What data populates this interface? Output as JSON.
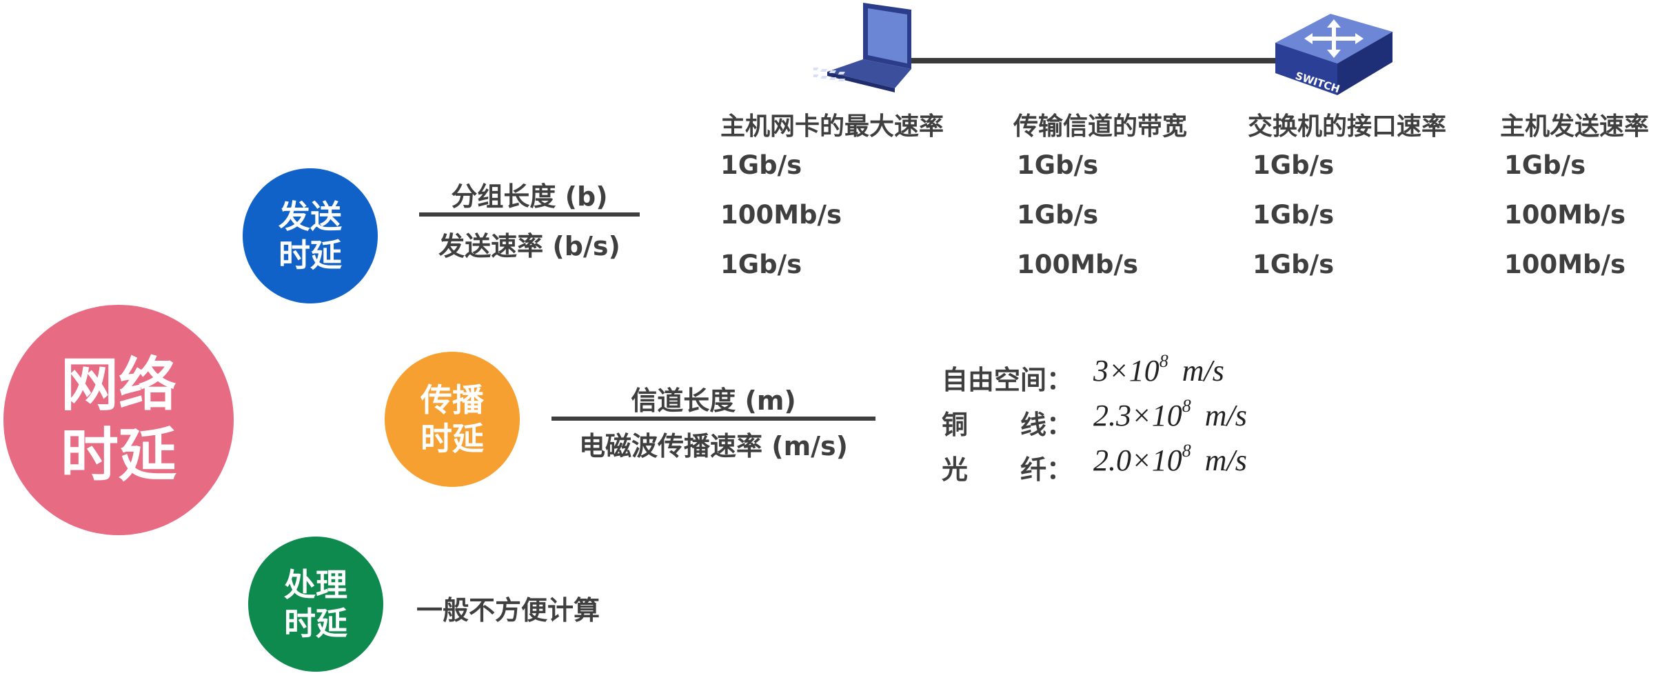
{
  "circles": {
    "main": [
      "网络",
      "时延"
    ],
    "send": [
      "发送",
      "时延"
    ],
    "prop": [
      "传播",
      "时延"
    ],
    "proc": [
      "处理",
      "时延"
    ]
  },
  "send_formula": {
    "numerator": "分组长度 (b)",
    "denominator": "发送速率 (b/s)"
  },
  "prop_formula": {
    "numerator": "信道长度 (m)",
    "denominator": "电磁波传播速率 (m/s)"
  },
  "processing_note": "一般不方便计算",
  "switch_label": "SWITCH",
  "rate_table": {
    "headers": [
      "主机网卡的最大速率",
      "传输信道的带宽",
      "交换机的接口速率",
      "主机发送速率"
    ],
    "rows": [
      [
        "1Gb/s",
        "1Gb/s",
        "1Gb/s",
        "1Gb/s"
      ],
      [
        "100Mb/s",
        "1Gb/s",
        "1Gb/s",
        "100Mb/s"
      ],
      [
        "1Gb/s",
        "100Mb/s",
        "1Gb/s",
        "100Mb/s"
      ]
    ]
  },
  "media": [
    {
      "label": "自由空间：",
      "coef": "3×10",
      "exp": "8",
      "unit": "m/s"
    },
    {
      "label": "铜　　线：",
      "coef": "2.3×10",
      "exp": "8",
      "unit": "m/s"
    },
    {
      "label": "光　　纤：",
      "coef": "2.0×10",
      "exp": "8",
      "unit": "m/s"
    }
  ],
  "colors": {
    "main": "#e86b84",
    "send": "#1062c9",
    "prop": "#f5a030",
    "proc": "#0f8a4e",
    "text": "#3f3f3f"
  }
}
